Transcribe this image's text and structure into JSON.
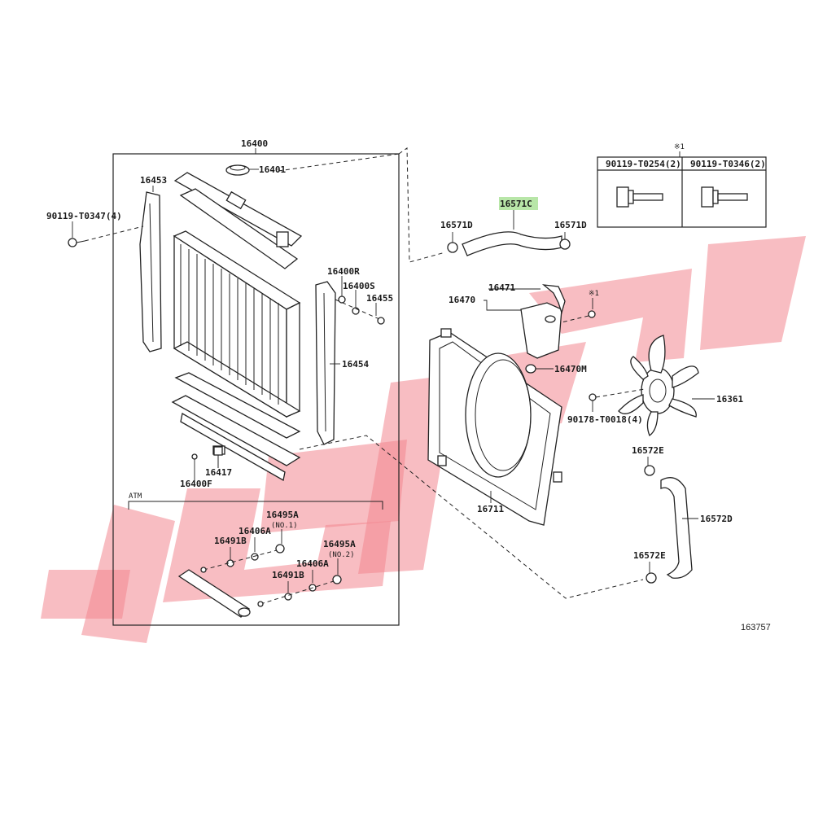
{
  "diagram": {
    "catalog_no": "163757",
    "labels": {
      "p16400": "16400",
      "p16401": "16401",
      "p16453": "16453",
      "p90119_t0347": "90119-T0347(4)",
      "p16400r": "16400R",
      "p16400s": "16400S",
      "p16455": "16455",
      "p16454": "16454",
      "p16417": "16417",
      "p16400f": "16400F",
      "atm": "ATM",
      "p16495a_1": "16495A",
      "no1": "(NO.1)",
      "p16406a_1": "16406A",
      "p16491b_1": "16491B",
      "p16495a_2": "16495A",
      "no2": "(NO.2)",
      "p16406a_2": "16406A",
      "p16491b_2": "16491B",
      "p16571c": "16571C",
      "p16571d_l": "16571D",
      "p16571d_r": "16571D",
      "p16471": "16471",
      "p16470": "16470",
      "note1_mark": "※1",
      "p16470m": "16470M",
      "p16361": "16361",
      "p90178_t0018": "90178-T0018(4)",
      "p16711": "16711",
      "p16572e_top": "16572E",
      "p16572d": "16572D",
      "p16572e_bot": "16572E"
    },
    "bolt_table": {
      "note": "※1",
      "col1": "90119-T0254(2)",
      "col2": "90119-T0346(2)"
    },
    "highlight_color": "#b8e6a8",
    "watermark_color": "#f2878f"
  }
}
